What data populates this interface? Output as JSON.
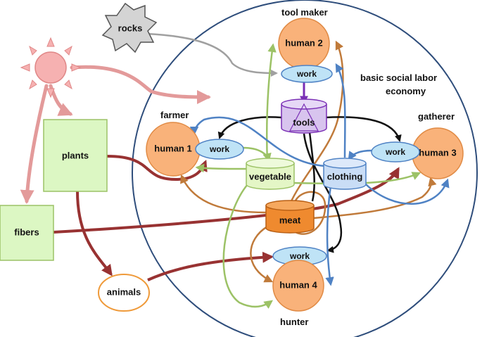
{
  "nodes": {
    "rocks": "rocks",
    "plants": "plants",
    "fibers": "fibers",
    "animals": "animals",
    "human1": "human 1",
    "human2": "human 2",
    "human3": "human 3",
    "human4": "human 4",
    "work1": "work",
    "work2": "work",
    "work3": "work",
    "work4": "work",
    "tools": "tools",
    "vegetable": "vegetable",
    "clothing": "clothing",
    "meat": "meat"
  },
  "labels": {
    "tool_maker": "tool maker",
    "farmer": "farmer",
    "gatherer": "gatherer",
    "hunter": "hunter",
    "economy_line1": "basic social labor",
    "economy_line2": "economy"
  },
  "colors": {
    "economy_circle": "#2e4d7b",
    "human_fill": "#f9b27a",
    "work_fill": "#bfe3f6",
    "tools_fill": "#d8c4ee",
    "vegetable_fill": "#e4f6c6",
    "clothing_fill": "#c9ddf6",
    "meat_fill": "#ef8a2f",
    "plants_fill": "#dcf7c3",
    "sun_fill": "#f6b1b1",
    "rocks_fill": "#d4d4d4",
    "arrow_sun": "#e39a9a",
    "arrow_rock": "#a0a0a0",
    "arrow_plants": "#983232",
    "arrow_meat": "#c07a3a",
    "arrow_tools": "#111111",
    "arrow_vegetable": "#9cc266",
    "arrow_clothing": "#4f82c4",
    "arrow_toolmake": "#7a2fb5"
  },
  "icons": {
    "sun": "sun-icon",
    "rocks": "rocks-starburst-icon"
  }
}
